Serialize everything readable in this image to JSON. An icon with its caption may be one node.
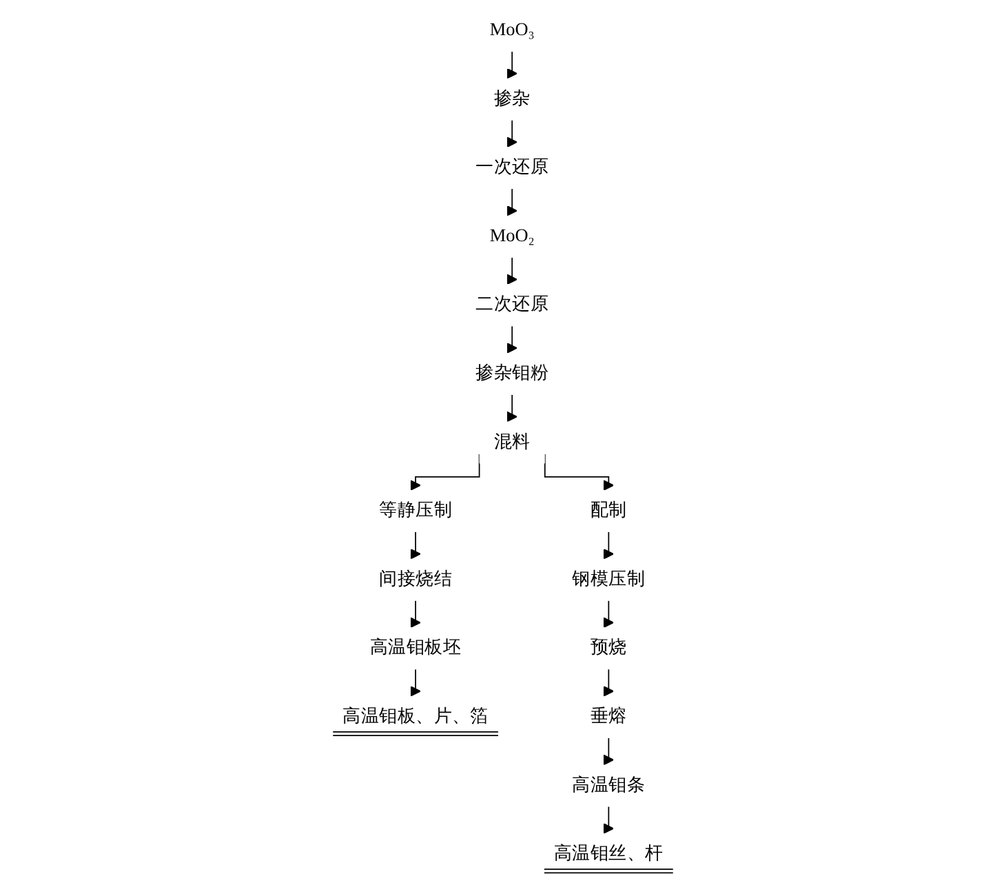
{
  "diagram": {
    "nodes": [
      {
        "text": [
          "MoO₃"
        ]
      },
      {
        "text": [
          "掺杂"
        ]
      },
      {
        "text": [
          "一次还原"
        ]
      },
      {
        "text": [
          "MoO₂"
        ]
      },
      {
        "text": [
          "二次还原"
        ]
      },
      {
        "text": [
          "掺杂钼粉"
        ]
      },
      {
        "text": [
          "混料"
        ]
      },
      {
        "text": [
          "等静压制"
        ]
      },
      {
        "text": [
          "间接烧结"
        ]
      },
      {
        "text": [
          "高温钼板坯"
        ]
      },
      {
        "text": [
          "高温钼板、片、箔"
        ]
      },
      {
        "text": [
          "配制"
        ]
      },
      {
        "text": [
          "钢模压制"
        ]
      },
      {
        "text": [
          "预烧"
        ]
      },
      {
        "text": [
          "垂熔"
        ]
      },
      {
        "text": [
          "高温钼条"
        ]
      },
      {
        "text": [
          "高温钼丝、杆"
        ]
      }
    ],
    "edges": [
      {
        "from": 0,
        "to": 1,
        "arrow": "to"
      },
      {
        "from": 1,
        "to": 2,
        "arrow": "to"
      },
      {
        "from": 2,
        "to": 3,
        "arrow": "to"
      },
      {
        "from": 3,
        "to": 4,
        "arrow": "to"
      },
      {
        "from": 4,
        "to": 5,
        "arrow": "to"
      },
      {
        "from": 5,
        "to": 6,
        "arrow": "to"
      },
      {
        "from": 6,
        "to": 7,
        "arrow": "to"
      },
      {
        "from": 7,
        "to": 8,
        "arrow": "to"
      },
      {
        "from": 8,
        "to": 9,
        "arrow": "to"
      },
      {
        "from": 9,
        "to": 10,
        "arrow": "to"
      },
      {
        "from": 6,
        "to": 11,
        "arrow": "to"
      },
      {
        "from": 11,
        "to": 12,
        "arrow": "to"
      },
      {
        "from": 12,
        "to": 13,
        "arrow": "to"
      },
      {
        "from": 13,
        "to": 14,
        "arrow": "to"
      },
      {
        "from": 14,
        "to": 15,
        "arrow": "to"
      },
      {
        "from": 15,
        "to": 16,
        "arrow": "to"
      }
    ]
  }
}
